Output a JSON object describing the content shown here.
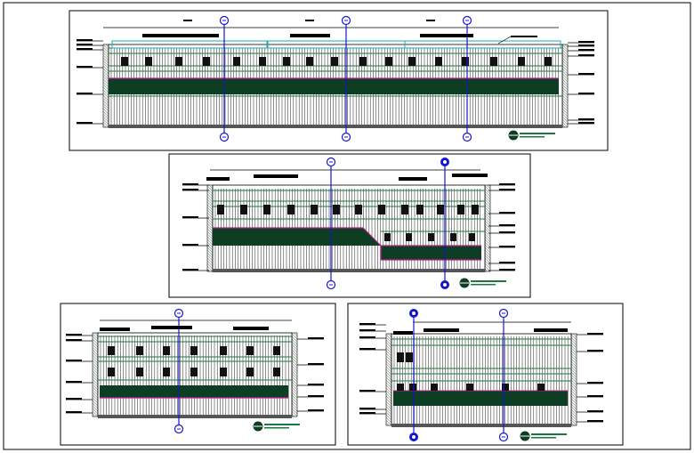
{
  "drawing": {
    "colors": {
      "paper": "#ffffff",
      "linework": "#000000",
      "hatch_fill": "#0d3d22",
      "gridline": "#1a7a3e",
      "axis_line": "#1515d0",
      "slab_edge": "#c0208a",
      "cyan_detail": "#1aa9b0",
      "ground_hatch": "#556655"
    },
    "elevations": [
      {
        "id": "elevation-1",
        "axis_bubble_icons": [
          "axis-bubble-icon",
          "axis-bubble-icon",
          "axis-bubble-icon"
        ],
        "scale_mark": "section-mark-icon"
      },
      {
        "id": "elevation-2",
        "axis_bubble_icons": [
          "axis-bubble-icon",
          "axis-bubble-icon"
        ],
        "scale_mark": "section-mark-icon"
      },
      {
        "id": "elevation-3",
        "axis_bubble_icons": [
          "axis-bubble-icon"
        ],
        "scale_mark": "section-mark-icon"
      },
      {
        "id": "elevation-4",
        "axis_bubble_icons": [
          "axis-bubble-icon",
          "axis-bubble-icon"
        ],
        "scale_mark": "section-mark-icon"
      }
    ]
  }
}
